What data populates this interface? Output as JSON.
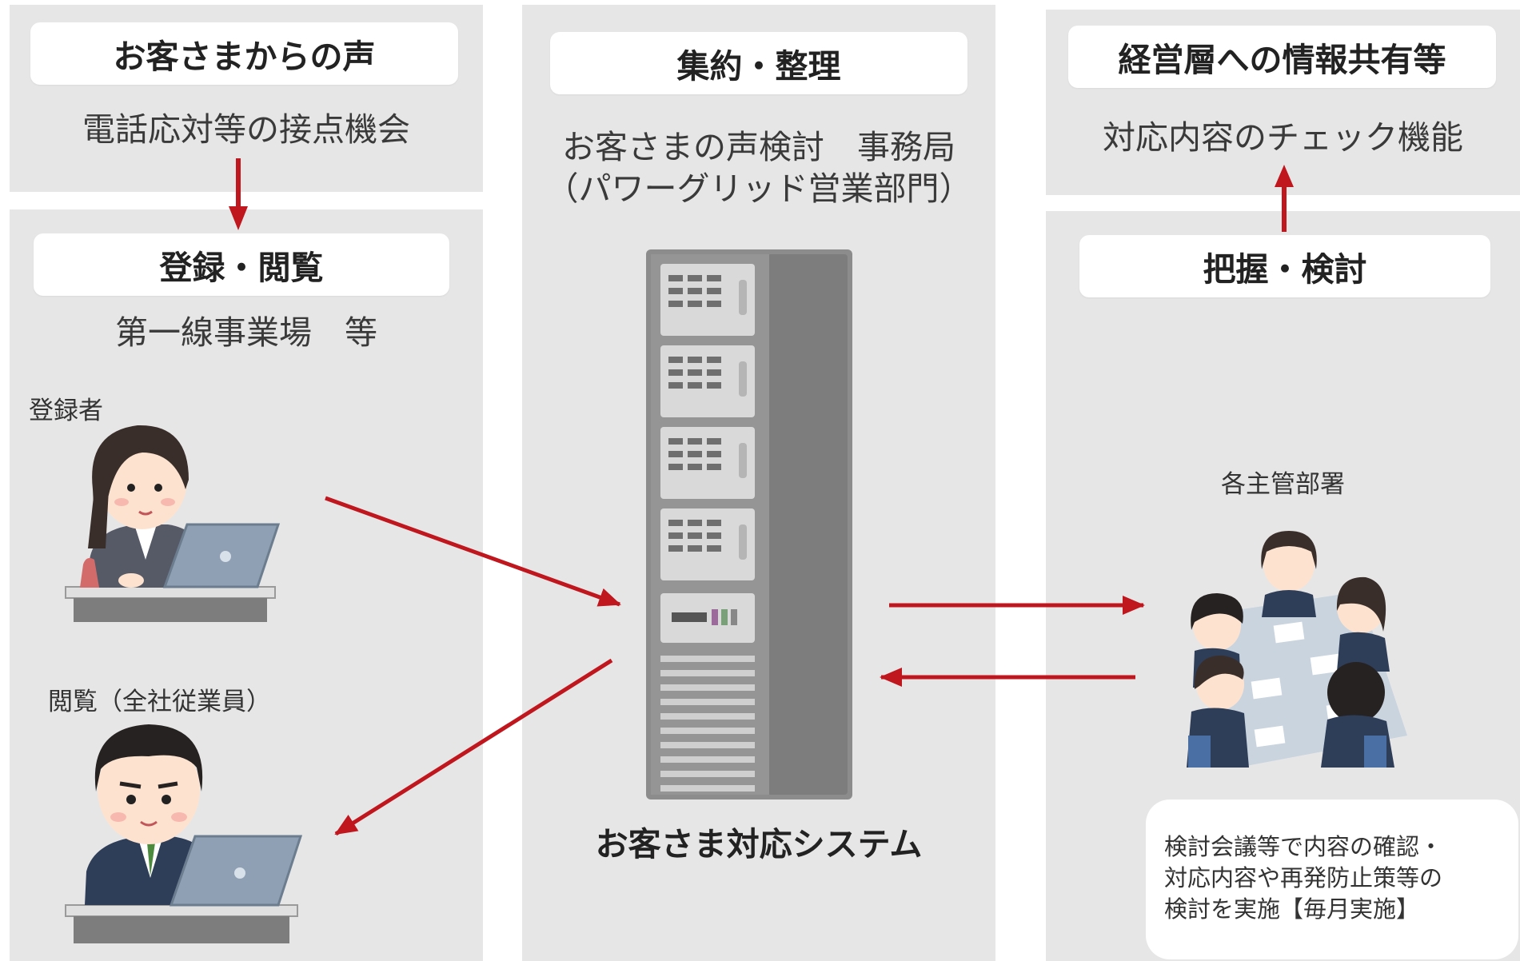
{
  "left_top": {
    "title": "お客さまからの声",
    "subtitle": "電話応対等の接点機会"
  },
  "left_bottom": {
    "title": "登録・閲覧",
    "subtitle": "第一線事業場　等",
    "registrant_label": "登録者",
    "viewer_label": "閲覧（全社従業員）"
  },
  "center": {
    "title": "集約・整理",
    "subtitle_line1": "お客さまの声検討　事務局",
    "subtitle_line2": "（パワーグリッド営業部門）",
    "system_label": "お客さま対応システム"
  },
  "right_top": {
    "title": "経営層への情報共有等",
    "subtitle": "対応内容のチェック機能"
  },
  "right_bottom": {
    "title": "把握・検討",
    "departments_label": "各主管部署",
    "callout_lines": [
      "検討会議等で内容の確認・",
      "対応内容や再発防止策等の",
      "検討を実施【毎月実施】"
    ]
  },
  "colors": {
    "panel": "#e7e6e6",
    "arrow": "#c0161e",
    "server": "#8a8a8a"
  }
}
